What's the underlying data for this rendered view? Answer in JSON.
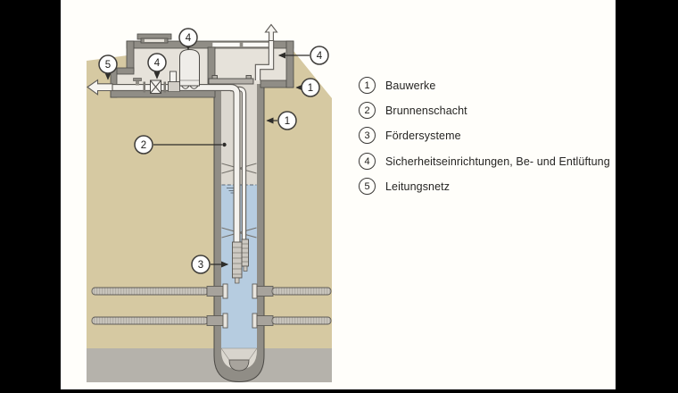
{
  "legend": {
    "items": [
      {
        "number": "1",
        "label": "Bauwerke"
      },
      {
        "number": "2",
        "label": "Brunnenschacht"
      },
      {
        "number": "3",
        "label": "Fördersysteme"
      },
      {
        "number": "4",
        "label": "Sicherheitseinrichtungen, Be- und Entlüftung"
      },
      {
        "number": "5",
        "label": "Leitungsnetz"
      }
    ]
  },
  "diagram": {
    "callouts": [
      {
        "id": "pipe-network",
        "number": "5"
      },
      {
        "id": "safety-valve",
        "number": "4"
      },
      {
        "id": "pressure-tank",
        "number": "4"
      },
      {
        "id": "vent",
        "number": "4"
      },
      {
        "id": "building-chamber",
        "number": "1"
      },
      {
        "id": "building-shaft-wall",
        "number": "1"
      },
      {
        "id": "well-shaft",
        "number": "2"
      },
      {
        "id": "pump-system",
        "number": "3"
      }
    ]
  },
  "colors": {
    "soil": "#d6c9a2",
    "bedrock": "#b5b2ab",
    "water": "#b6cce0",
    "wall_gray": "#908d86",
    "building_interior": "#e6e2da",
    "shaft_interior": "#dcd8d0",
    "outline": "#4c4a46",
    "pipe_fill": "#f4f2ee",
    "frame": "#000000"
  }
}
